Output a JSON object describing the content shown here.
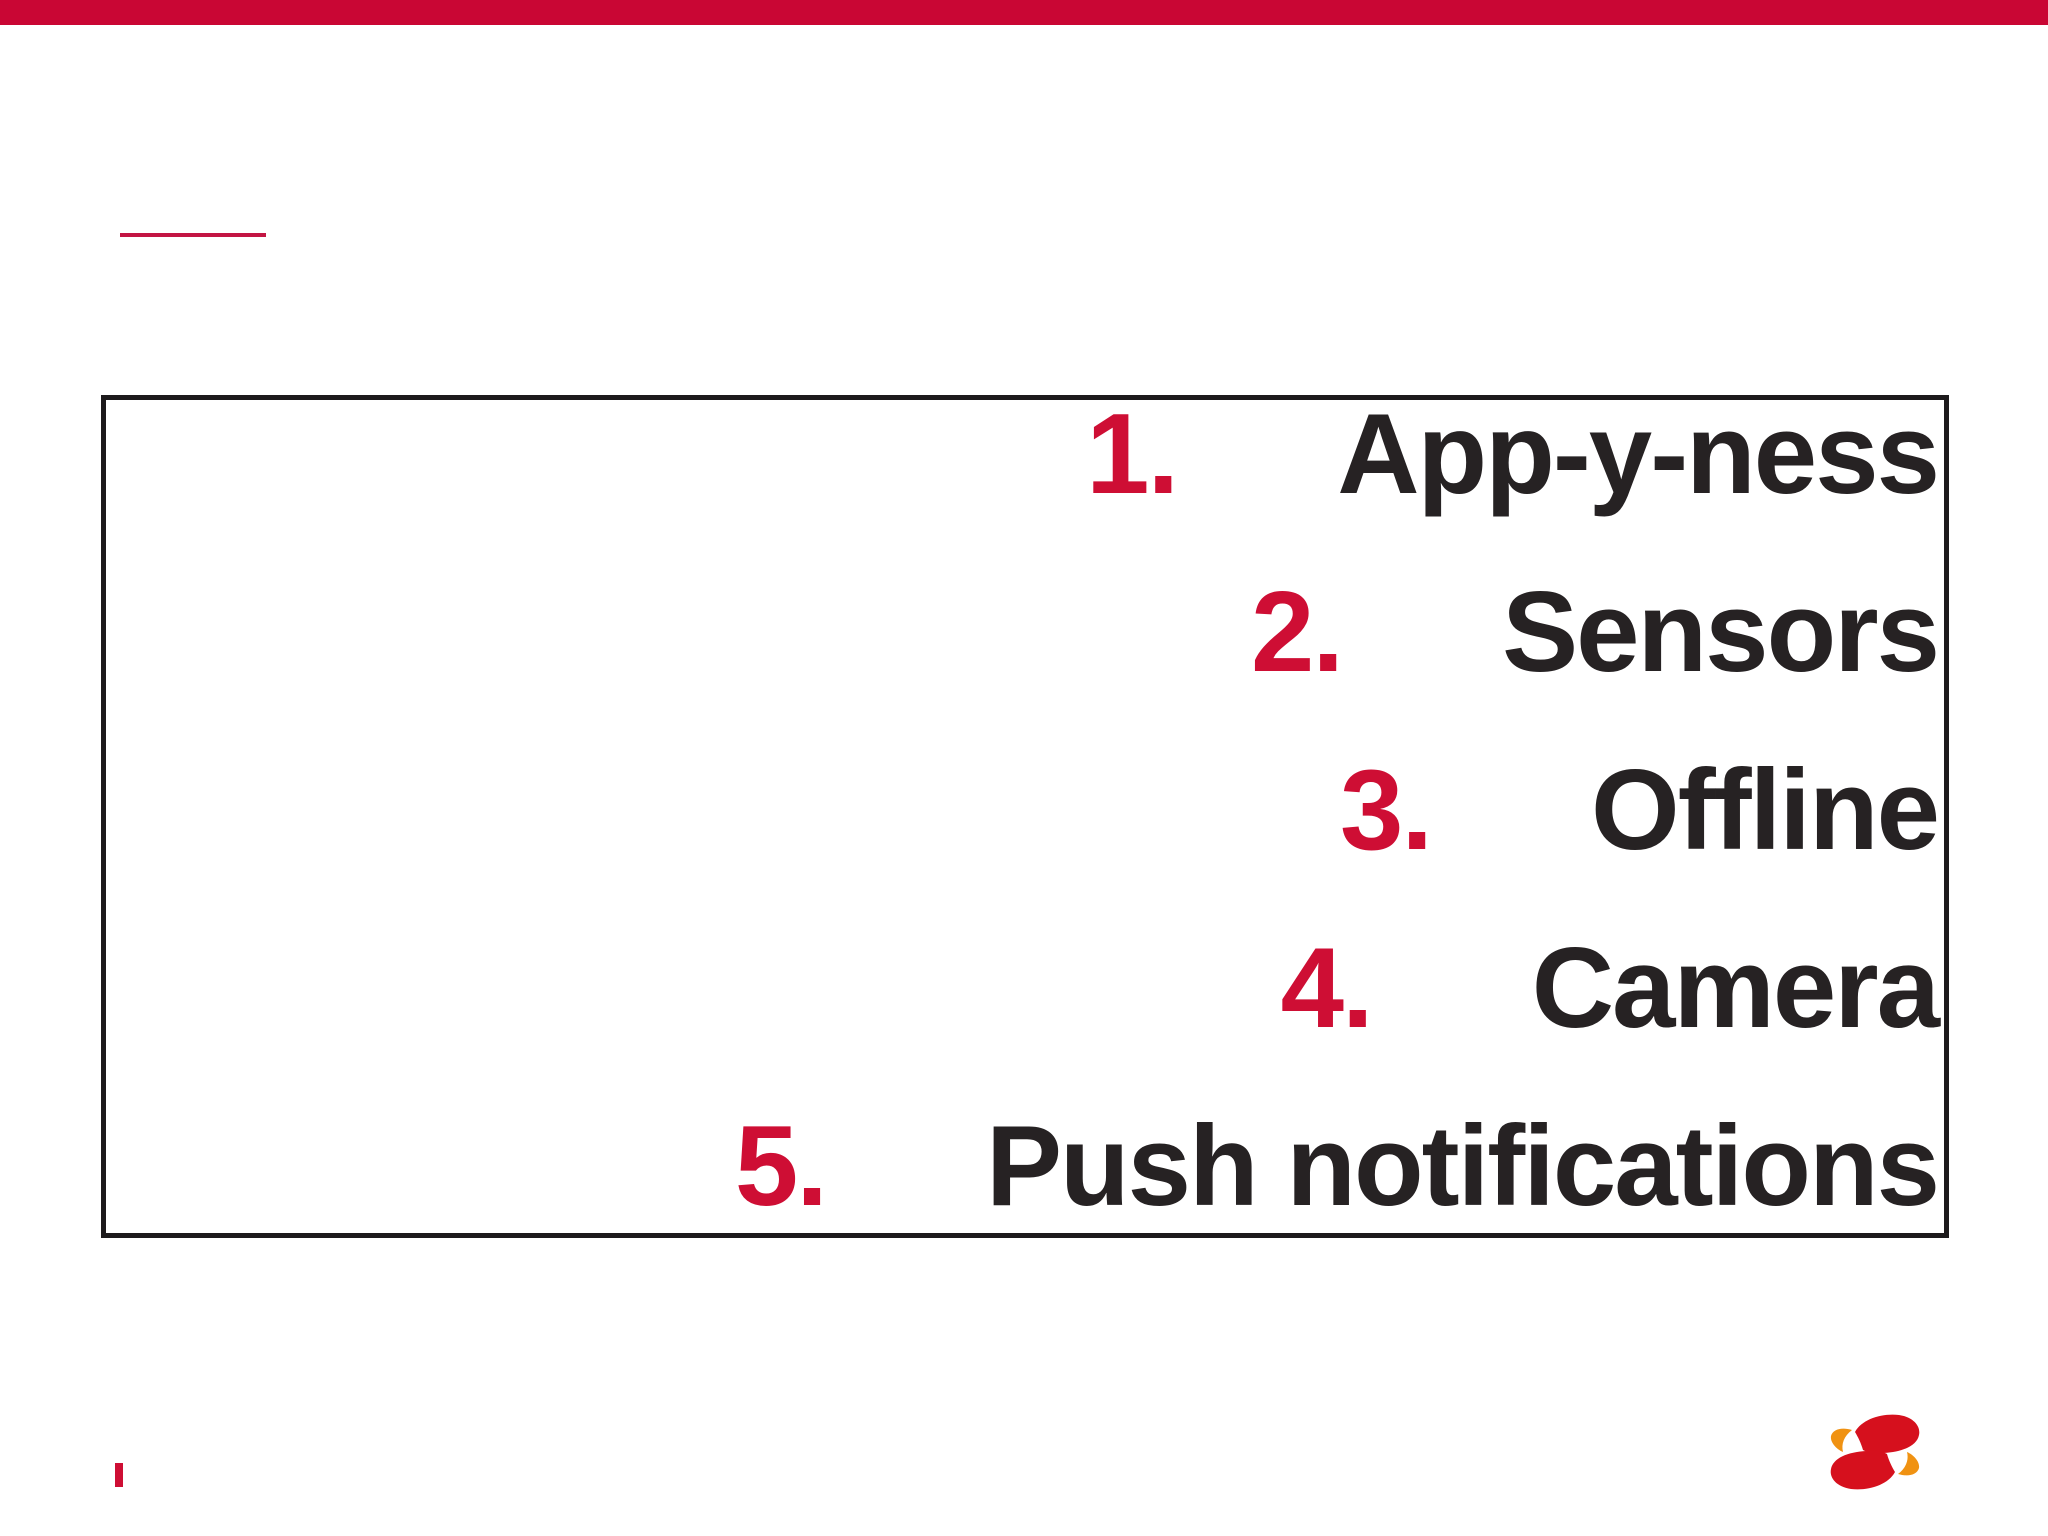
{
  "slide": {
    "type": "presentation-slide",
    "colors": {
      "background": "#FFFFFF",
      "top_bar_red": "#C90634",
      "underline_red": "#C31543",
      "list_number_red": "#CE0E34",
      "text_dark": "#262223",
      "box_border": "#1D1A1C",
      "logo_red": "#D6101D",
      "logo_orange": "#F09212"
    },
    "list": {
      "items": [
        {
          "number": "1.",
          "label": "App-y-ness"
        },
        {
          "number": "2.",
          "label": "Sensors"
        },
        {
          "number": "3.",
          "label": "Offline"
        },
        {
          "number": "4.",
          "label": "Camera"
        },
        {
          "number": "5.",
          "label": "Push notifications"
        }
      ]
    },
    "footer": {
      "marker_icon": "slide-number-marker",
      "logo_icon": "s-swoosh-logo"
    }
  }
}
